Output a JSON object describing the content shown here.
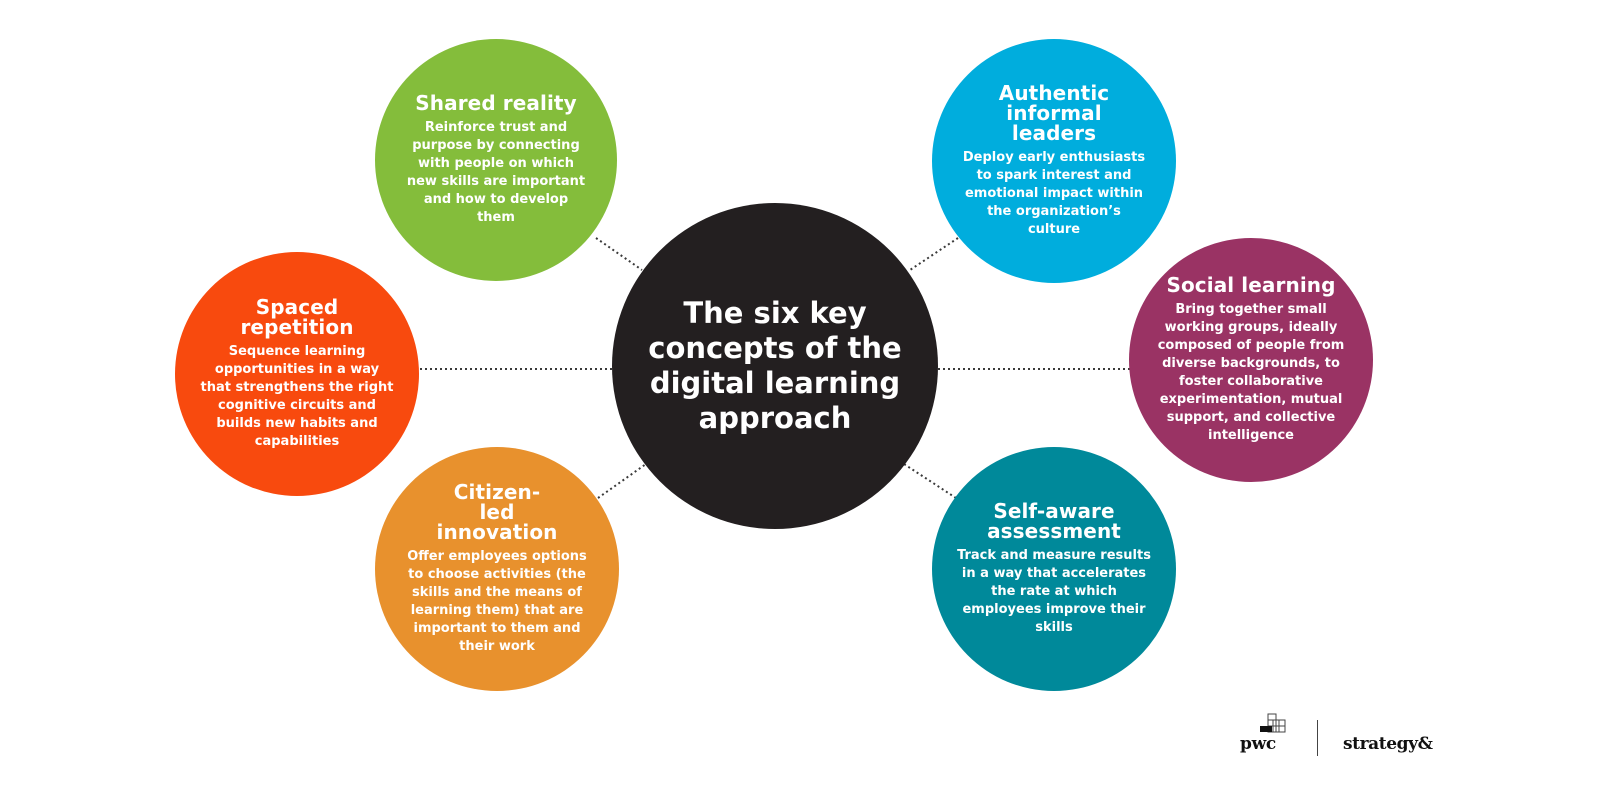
{
  "center": {
    "title": "The six key concepts of the digital learning approach",
    "color": "#231f20"
  },
  "concepts": [
    {
      "id": "shared-reality",
      "title": "Shared reality",
      "description": "Reinforce trust and purpose by connecting with people on which new skills are important and how to develop them",
      "color": "#84bd3b"
    },
    {
      "id": "authentic-informal-leaders",
      "title": "Authentic informal leaders",
      "description": "Deploy early enthusiasts to spark interest and emotional impact within the organization’s culture",
      "color": "#00addd"
    },
    {
      "id": "spaced-repetition",
      "title": "Spaced repetition",
      "description": "Sequence learning opportunities in a way that strengthens the right cognitive circuits and builds new habits and capabilities",
      "color": "#f84a0e"
    },
    {
      "id": "social-learning",
      "title": "Social learning",
      "description": "Bring together small working groups, ideally composed of people from diverse backgrounds, to foster collaborative experimentation, mutual support, and collective intelligence",
      "color": "#9a3364"
    },
    {
      "id": "citizen-led-innovation",
      "title": "Citizen-led innovation",
      "description": "Offer employees options to choose activities (the skills and the means of learning them) that are important to them and their work",
      "color": "#e8912d"
    },
    {
      "id": "self-aware-assessment",
      "title": "Self-aware assessment",
      "description": "Track and measure results in a way that accelerates the rate at which employees improve their skills",
      "color": "#00899a"
    }
  ],
  "branding": {
    "pwc_logo_text": "pwc",
    "strategy_logo_text": "strategy&"
  }
}
